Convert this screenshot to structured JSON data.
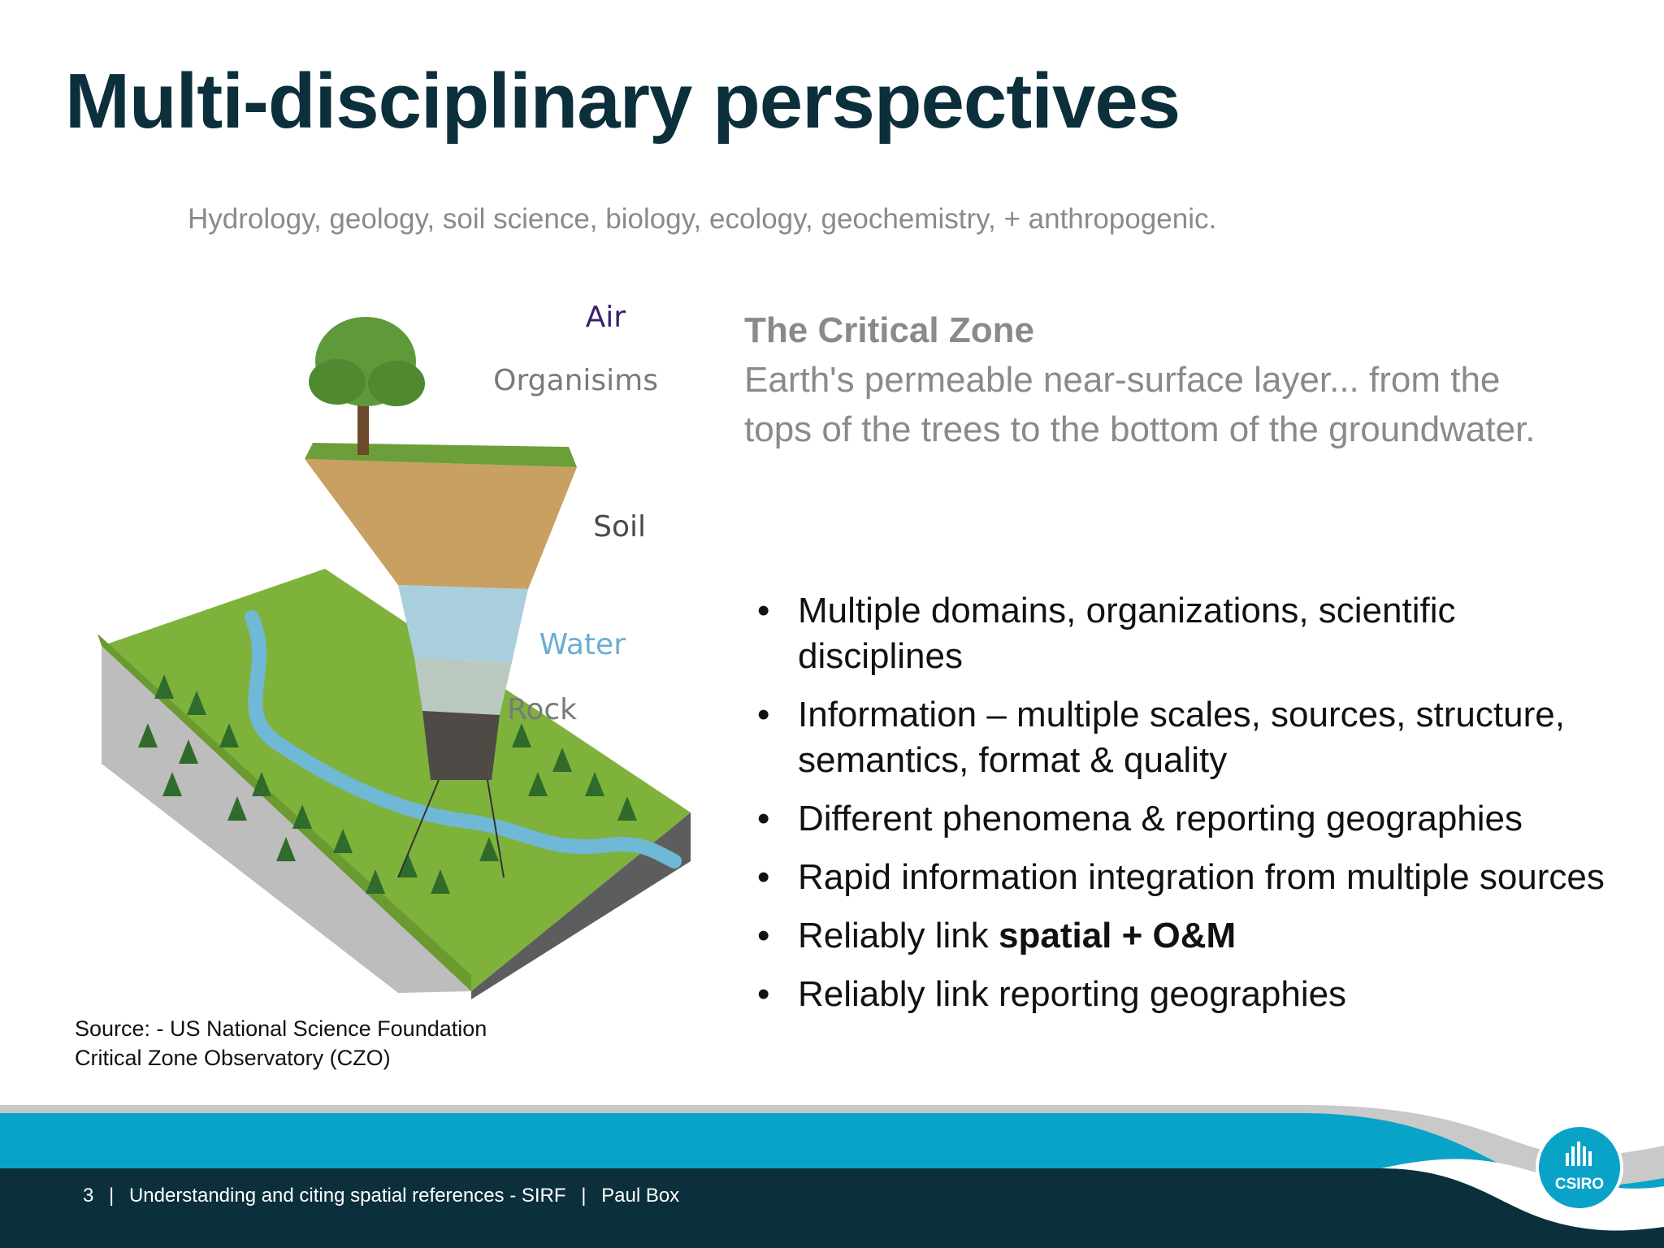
{
  "slide": {
    "title": "Multi-disciplinary perspectives",
    "subtitle": "Hydrology, geology, soil science, biology, ecology, geochemistry, + anthropogenic."
  },
  "figure": {
    "labels": {
      "air": "Air",
      "organisms": "Organisims",
      "soil": "Soil",
      "water": "Water",
      "rock": "Rock"
    },
    "source_line1": "Source: - US National Science Foundation",
    "source_line2": "Critical Zone Observatory (CZO)"
  },
  "critical_zone": {
    "title": "The Critical Zone",
    "body": "Earth's permeable near-surface layer... from the tops of the trees to the bottom of the groundwater."
  },
  "bullets": {
    "marker": "•",
    "items": [
      "Multiple domains, organizations, scientific disciplines",
      "Information – multiple scales, sources, structure, semantics, format & quality",
      "Different phenomena & reporting geographies",
      "Rapid information integration from multiple sources",
      "Reliably link",
      "Reliably link reporting geographies"
    ],
    "item5_bold": "spatial  + O&M"
  },
  "footer": {
    "page_number": "3",
    "separator": "|",
    "presentation_title": "Understanding and citing spatial references - SIRF",
    "author": "Paul Box",
    "logo_text": "CSIRO"
  },
  "colors": {
    "title": "#0c2f3c",
    "footer_dark": "#0c2f3c",
    "footer_band": "#0aa3c8",
    "muted_text": "#8a8a8a"
  }
}
